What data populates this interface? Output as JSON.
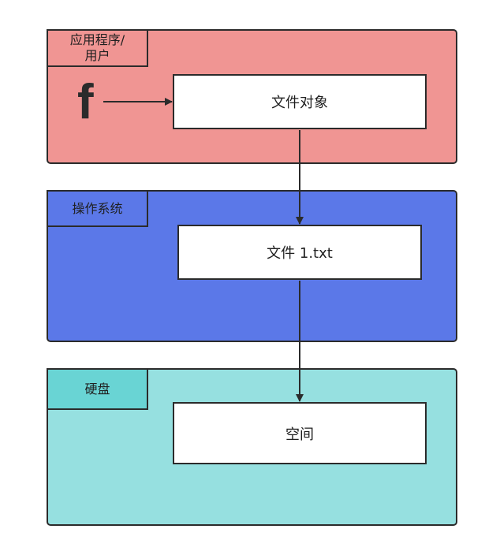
{
  "layers": {
    "app": {
      "label_line1": "应用程序/",
      "label_line2": "用户",
      "color": "#f09593",
      "label_color": "#f09593"
    },
    "os": {
      "label": "操作系统",
      "color": "#5b78e8",
      "label_color": "#5b78e8"
    },
    "disk": {
      "label": "硬盘",
      "color": "#96e0e0",
      "label_color": "#69d4d4"
    }
  },
  "boxes": {
    "file_object": "文件对象",
    "file_txt": "文件 1.txt",
    "space": "空间"
  },
  "icons": {
    "facebook": "facebook-icon",
    "facebook_glyph": "f"
  }
}
